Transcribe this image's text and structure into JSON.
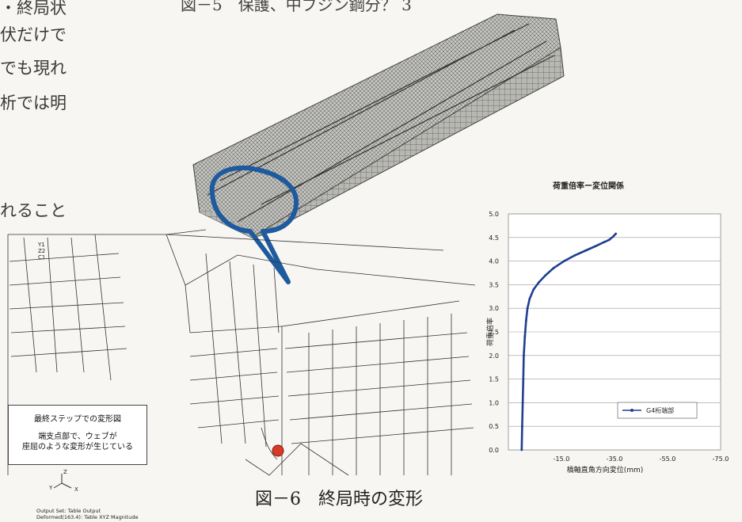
{
  "text_fragments": {
    "line1": "・終局状",
    "line2": "伏だけで",
    "line3": "でも現れ",
    "line4": "析では明",
    "line5": "れること",
    "top_heading": "図－5　保護、中ブジン鋼分？ 3"
  },
  "mesh_axes": {
    "y": "Y1",
    "z": "Z2",
    "c": "C1"
  },
  "annotation_box": {
    "title": "最終ステップでの変形図",
    "body_line1": "端支点部で、ウェブが",
    "body_line2": "座屈のような変形が生じている"
  },
  "triad": {
    "z": "Z",
    "y": "Y",
    "x": "X"
  },
  "output_info": {
    "line1": "Output Set: Table Output",
    "line2": "Deformed(163.4): Table XYZ Magnitude"
  },
  "caption": "図－6　終局時の変形",
  "colors": {
    "curve": "#1f3f8f",
    "marker": "#d83a2a",
    "callout": "#1e5a9e"
  },
  "chart_data": {
    "type": "line",
    "title": "荷重倍率ー変位関係",
    "xlabel": "橋軸直角方向変位(mm)",
    "ylabel": "荷重倍率",
    "xlim": [
      5,
      -75
    ],
    "ylim": [
      0,
      5
    ],
    "x_ticks": [
      "-15.0",
      "-35.0",
      "-55.0",
      "-75.0"
    ],
    "x_tick_values": [
      -15,
      -35,
      -55,
      -75
    ],
    "y_ticks": [
      "0.0",
      "0.5",
      "1.0",
      "1.5",
      "2.0",
      "2.5",
      "3.0",
      "3.5",
      "4.0",
      "4.5",
      "5.0"
    ],
    "grid": true,
    "legend_position": "lower-right",
    "series": [
      {
        "name": "G4桁端部",
        "x": [
          0,
          -0.2,
          -0.4,
          -0.6,
          -0.8,
          -1.2,
          -1.7,
          -2.2,
          -3.0,
          -4.5,
          -6.5,
          -9.0,
          -12.0,
          -16.0,
          -20.0,
          -24.0,
          -28.0,
          -31.0,
          -33.0,
          -34.5,
          -35.5
        ],
        "y": [
          0.0,
          0.5,
          1.0,
          1.5,
          2.0,
          2.4,
          2.75,
          3.0,
          3.2,
          3.4,
          3.55,
          3.7,
          3.85,
          4.0,
          4.12,
          4.22,
          4.32,
          4.4,
          4.45,
          4.52,
          4.58
        ]
      }
    ]
  }
}
